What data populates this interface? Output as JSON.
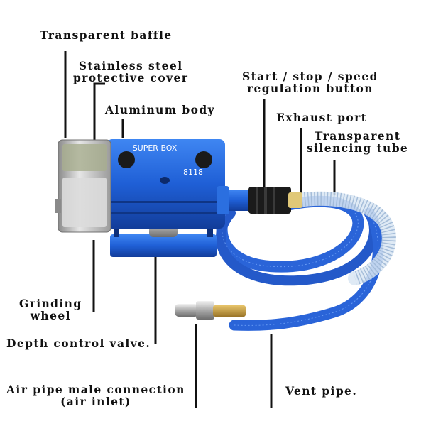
{
  "labels": {
    "transparent_baffle": "Transparent baffle",
    "cover_line1": "Stainless steel",
    "cover_line2": "protective cover",
    "aluminum_body": "Aluminum body",
    "button_line1": "Start / stop / speed",
    "button_line2": "regulation button",
    "exhaust_port": "Exhaust port",
    "tube_line1": "Transparent",
    "tube_line2": "silencing tube",
    "wheel_line1": "Grinding",
    "wheel_line2": "wheel",
    "depth_valve": "Depth control valve.",
    "inlet_line1": "Air pipe male connection",
    "inlet_line2": "(air inlet)",
    "vent_pipe": "Vent pipe."
  },
  "device": {
    "brand": "SUPER BOX",
    "model": "8118"
  },
  "colors": {
    "body_blue": "#1f5fd6",
    "hose_blue": "#2a64d8",
    "brass": "#c9a24a",
    "chrome": "#c8c8c8"
  }
}
